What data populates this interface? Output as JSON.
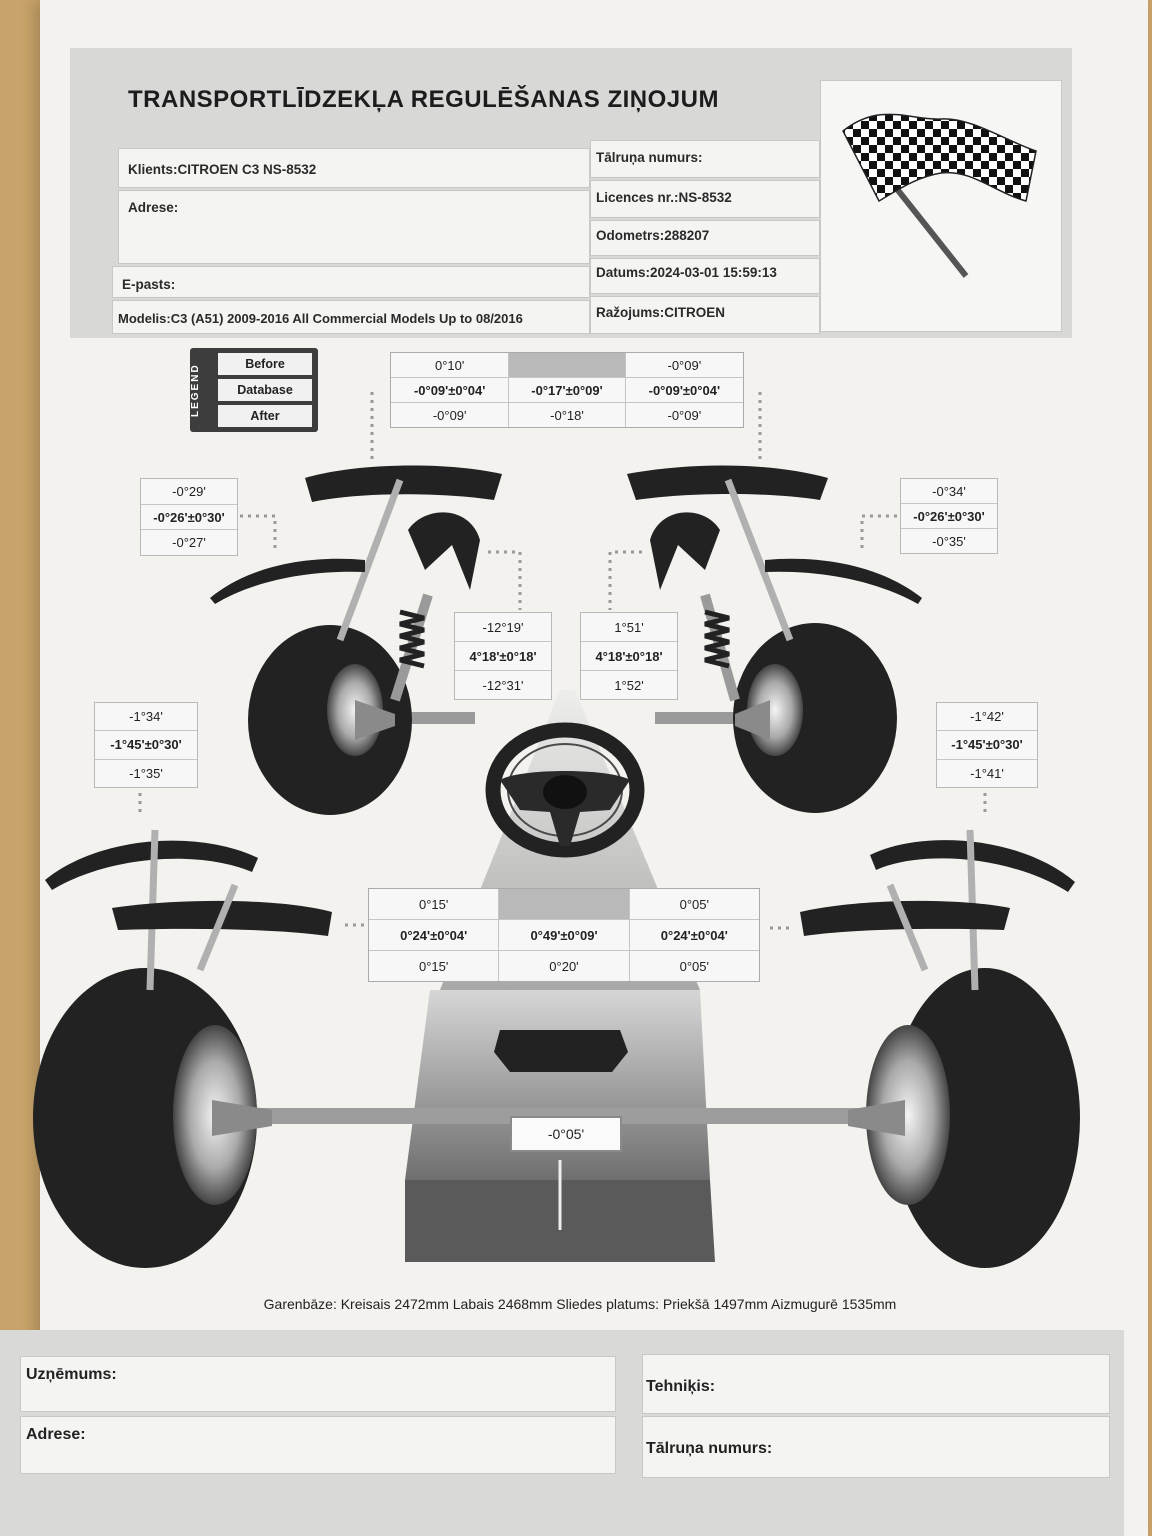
{
  "report": {
    "title": "TRANSPORTLĪDZEKĻA REGULĒŠANAS ZIŅOJUM",
    "client": "Klients:CITROEN C3 NS-8532",
    "address": "Adrese:",
    "email": "E-pasts:",
    "model": "Modelis:C3 (A51) 2009-2016 All Commercial Models Up to 08/2016",
    "phone": "Tālruņa numurs:",
    "license": "Licences nr.:NS-8532",
    "odometer": "Odometrs:288207",
    "date": "Datums:2024-03-01 15:59:13",
    "make": "Ražojums:CITROEN"
  },
  "legend": {
    "word": "LEGEND",
    "before": "Before",
    "database": "Database",
    "after": "After"
  },
  "front_toe": {
    "left": {
      "before": "0°10'",
      "database": "-0°09'±0°04'",
      "after": "-0°09'"
    },
    "total": {
      "database": "-0°17'±0°09'",
      "after": "-0°18'"
    },
    "right": {
      "before": "-0°09'",
      "database": "-0°09'±0°04'",
      "after": "-0°09'"
    }
  },
  "front_camber": {
    "left": {
      "before": "-0°29'",
      "database": "-0°26'±0°30'",
      "after": "-0°27'"
    },
    "right": {
      "before": "-0°34'",
      "database": "-0°26'±0°30'",
      "after": "-0°35'"
    }
  },
  "caster": {
    "left": {
      "before": "-12°19'",
      "database": "4°18'±0°18'",
      "after": "-12°31'"
    },
    "right": {
      "before": "1°51'",
      "database": "4°18'±0°18'",
      "after": "1°52'"
    }
  },
  "rear_camber": {
    "left": {
      "before": "-1°34'",
      "database": "-1°45'±0°30'",
      "after": "-1°35'"
    },
    "right": {
      "before": "-1°42'",
      "database": "-1°45'±0°30'",
      "after": "-1°41'"
    }
  },
  "rear_toe": {
    "left": {
      "before": "0°15'",
      "database": "0°24'±0°04'",
      "after": "0°15'"
    },
    "total": {
      "database": "0°49'±0°09'",
      "after": "0°20'"
    },
    "right": {
      "before": "0°05'",
      "database": "0°24'±0°04'",
      "after": "0°05'"
    }
  },
  "thrust_angle": "-0°05'",
  "measurements": "Garenbāze: Kreisais 2472mm Labais 2468mm   Sliedes platums: Priekšā 1497mm Aizmugurē 1535mm",
  "footer": {
    "company": "Uzņēmums:",
    "address": "Adrese:",
    "technician": "Tehniķis:",
    "phone": "Tālruņa numurs:"
  },
  "colors": {
    "paper": "#f3f2ee",
    "band": "#d8d8d6",
    "tire": "#222222",
    "background": "#c9a46a"
  },
  "icons": {
    "flag": "checkered-flag-icon",
    "wheel": "steering-wheel-icon"
  }
}
